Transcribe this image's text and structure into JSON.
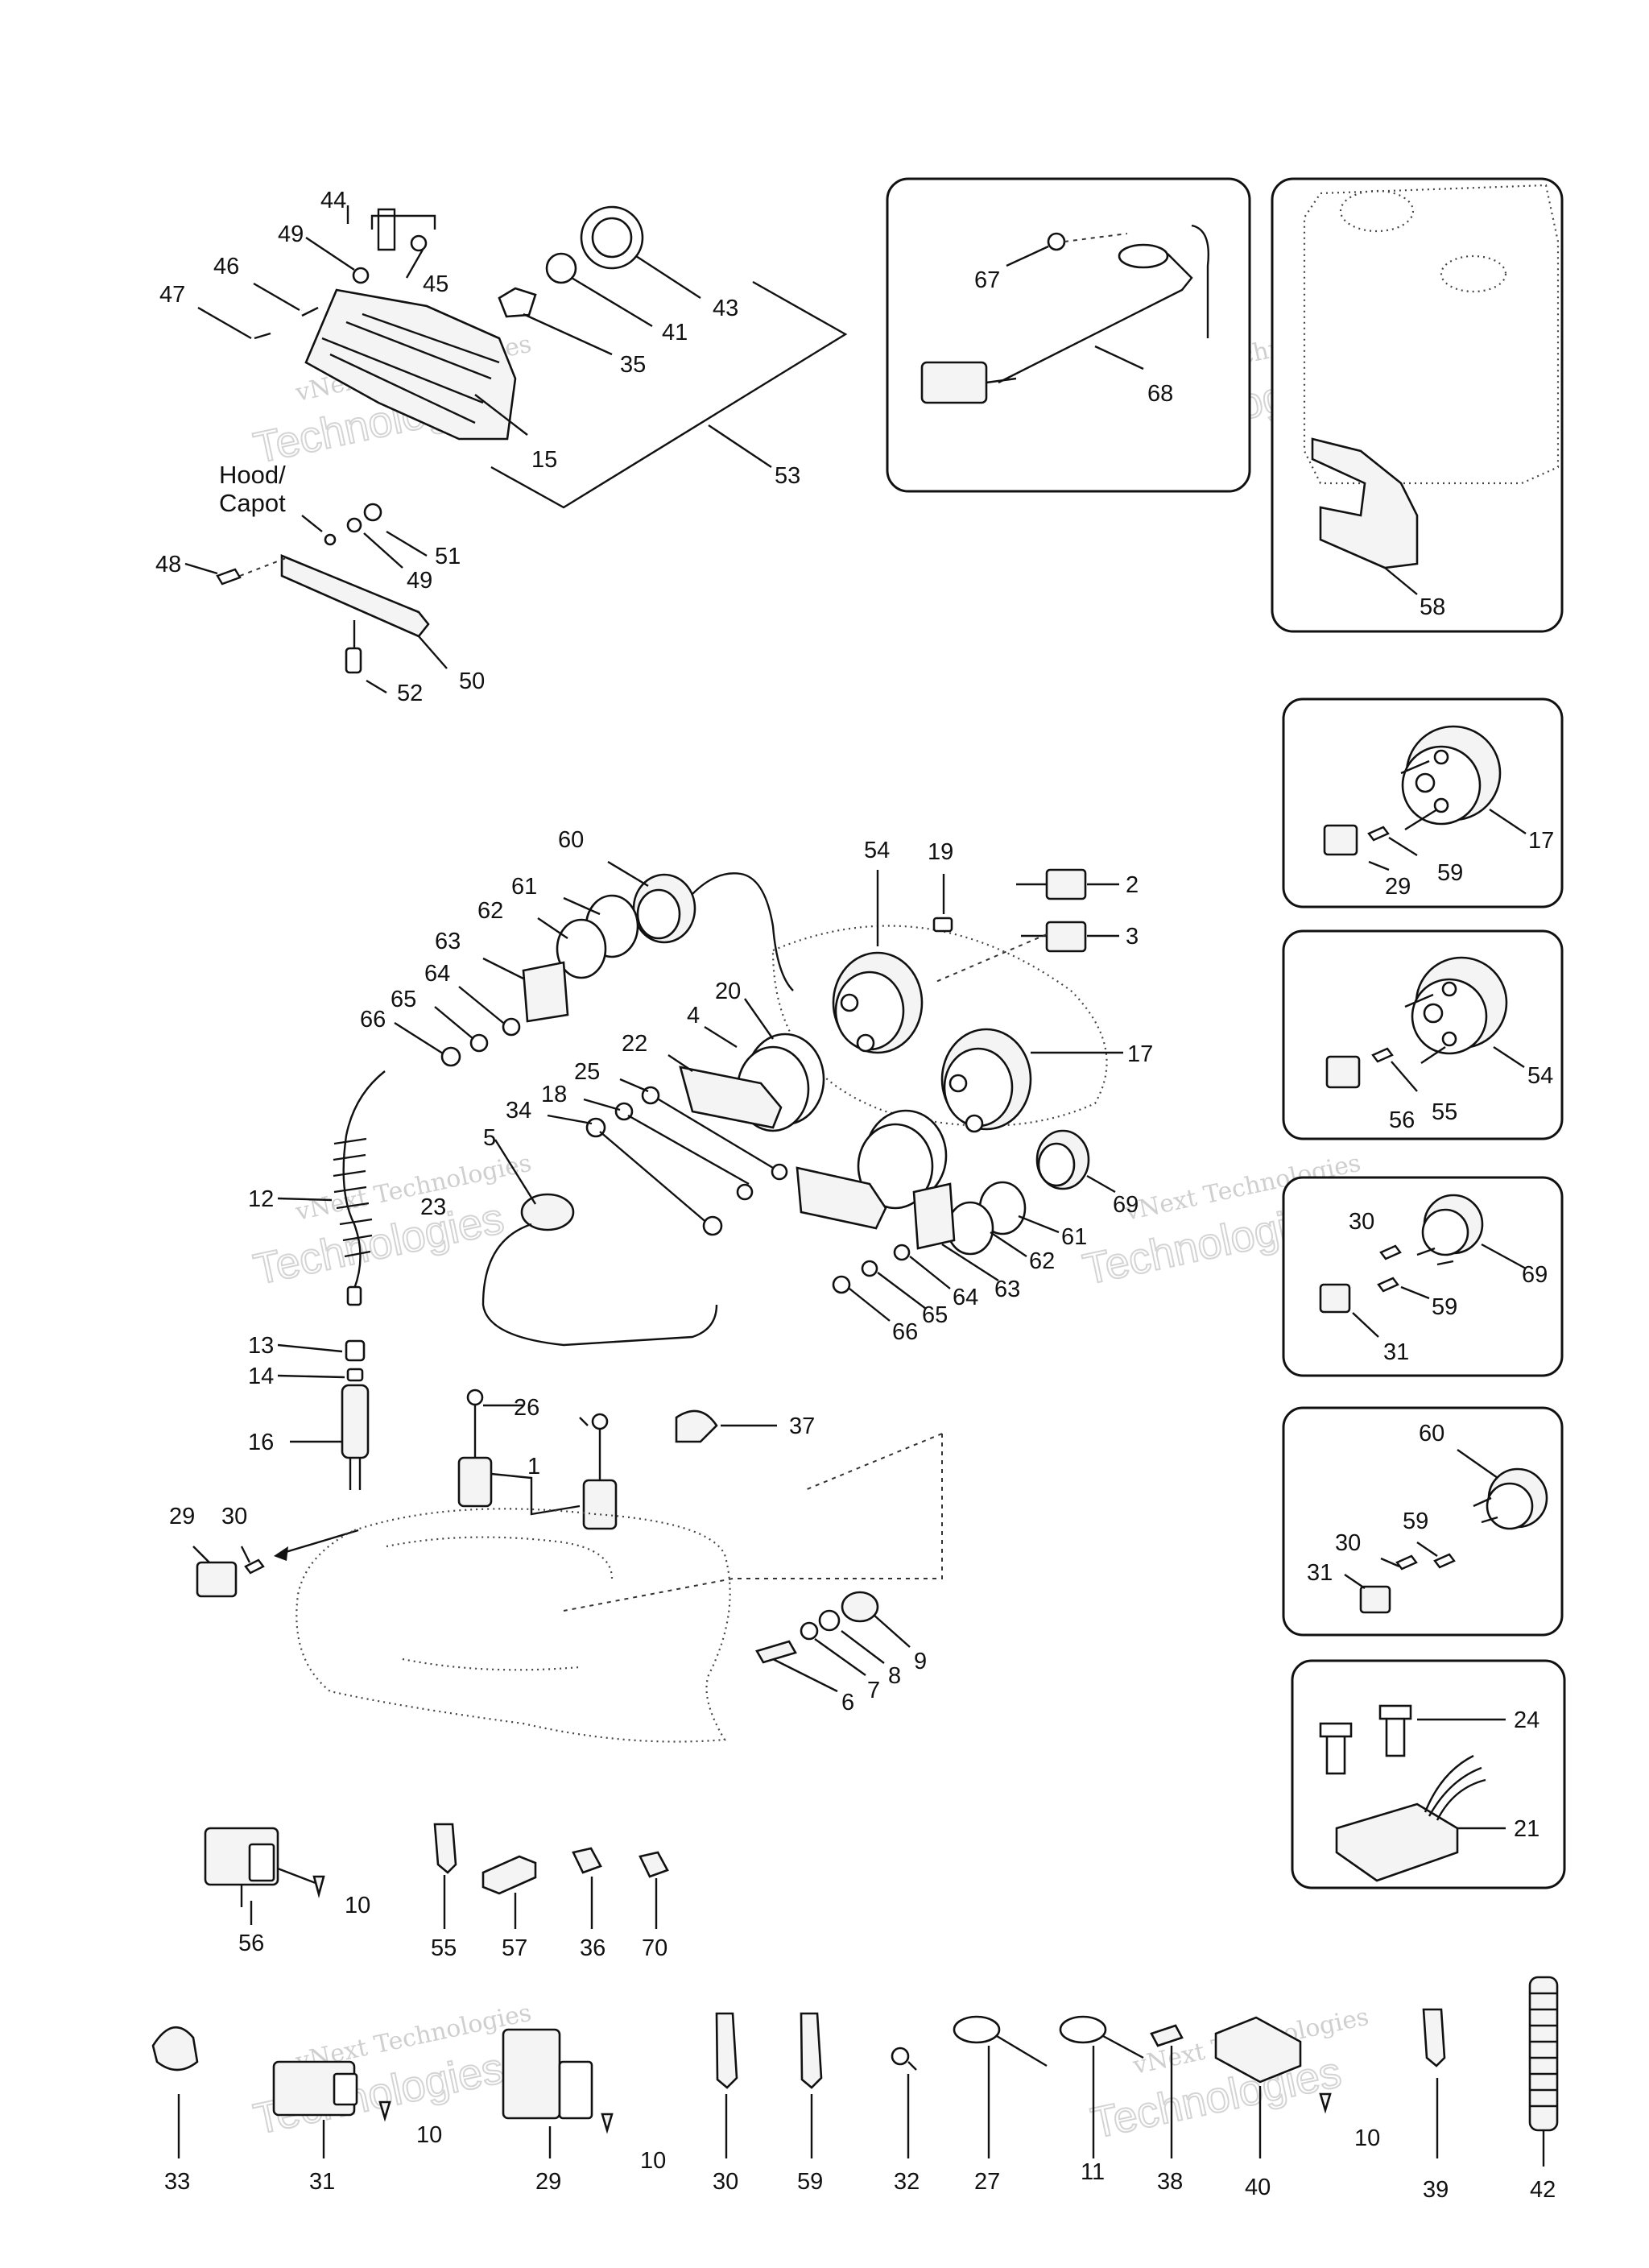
{
  "hood_label": [
    "Hood/",
    "Capot"
  ],
  "watermark": {
    "line1": "vNext Technologies",
    "line2": "Technologies"
  },
  "callouts": {
    "c44": "44",
    "c49a": "49",
    "c45": "45",
    "c46": "46",
    "c47": "47",
    "c35": "35",
    "c41": "41",
    "c43": "43",
    "c15": "15",
    "c53": "53",
    "c51": "51",
    "c49b": "49",
    "c48": "48",
    "c50": "50",
    "c52": "52",
    "c67": "67",
    "c68": "68",
    "c58": "58",
    "c17a": "17",
    "c29a": "29",
    "c59a": "59",
    "c54a": "54",
    "c56a": "56",
    "c55a": "55",
    "c30a": "30",
    "c69a": "69",
    "c59b": "59",
    "c31a": "31",
    "c60b": "60",
    "c59c": "59",
    "c30b": "30",
    "c31b": "31",
    "c24": "24",
    "c21": "21",
    "c60": "60",
    "c54": "54",
    "c19": "19",
    "c2": "2",
    "c3": "3",
    "c61": "61",
    "c62": "62",
    "c63": "63",
    "c64": "64",
    "c65": "65",
    "c66": "66",
    "c20": "20",
    "c4": "4",
    "c22": "22",
    "c25": "25",
    "c18": "18",
    "c34": "34",
    "c5": "5",
    "c23": "23",
    "c17": "17",
    "c69": "69",
    "c61b": "61",
    "c62b": "62",
    "c63b": "63",
    "c64b": "64",
    "c65b": "65",
    "c66b": "66",
    "c12": "12",
    "c13": "13",
    "c14": "14",
    "c16": "16",
    "c29": "29",
    "c30": "30",
    "c26": "26",
    "c1": "1",
    "c37": "37",
    "c9": "9",
    "c8": "8",
    "c7": "7",
    "c6": "6",
    "c56": "56",
    "c10a": "10",
    "c55": "55",
    "c57": "57",
    "c36": "36",
    "c70": "70",
    "c33": "33",
    "c31": "31",
    "c10b": "10",
    "c29b": "29",
    "c10c": "10",
    "c30c": "30",
    "c59": "59",
    "c32": "32",
    "c27": "27",
    "c11": "11",
    "c38": "38",
    "c40": "40",
    "c10d": "10",
    "c39": "39",
    "c42": "42"
  }
}
